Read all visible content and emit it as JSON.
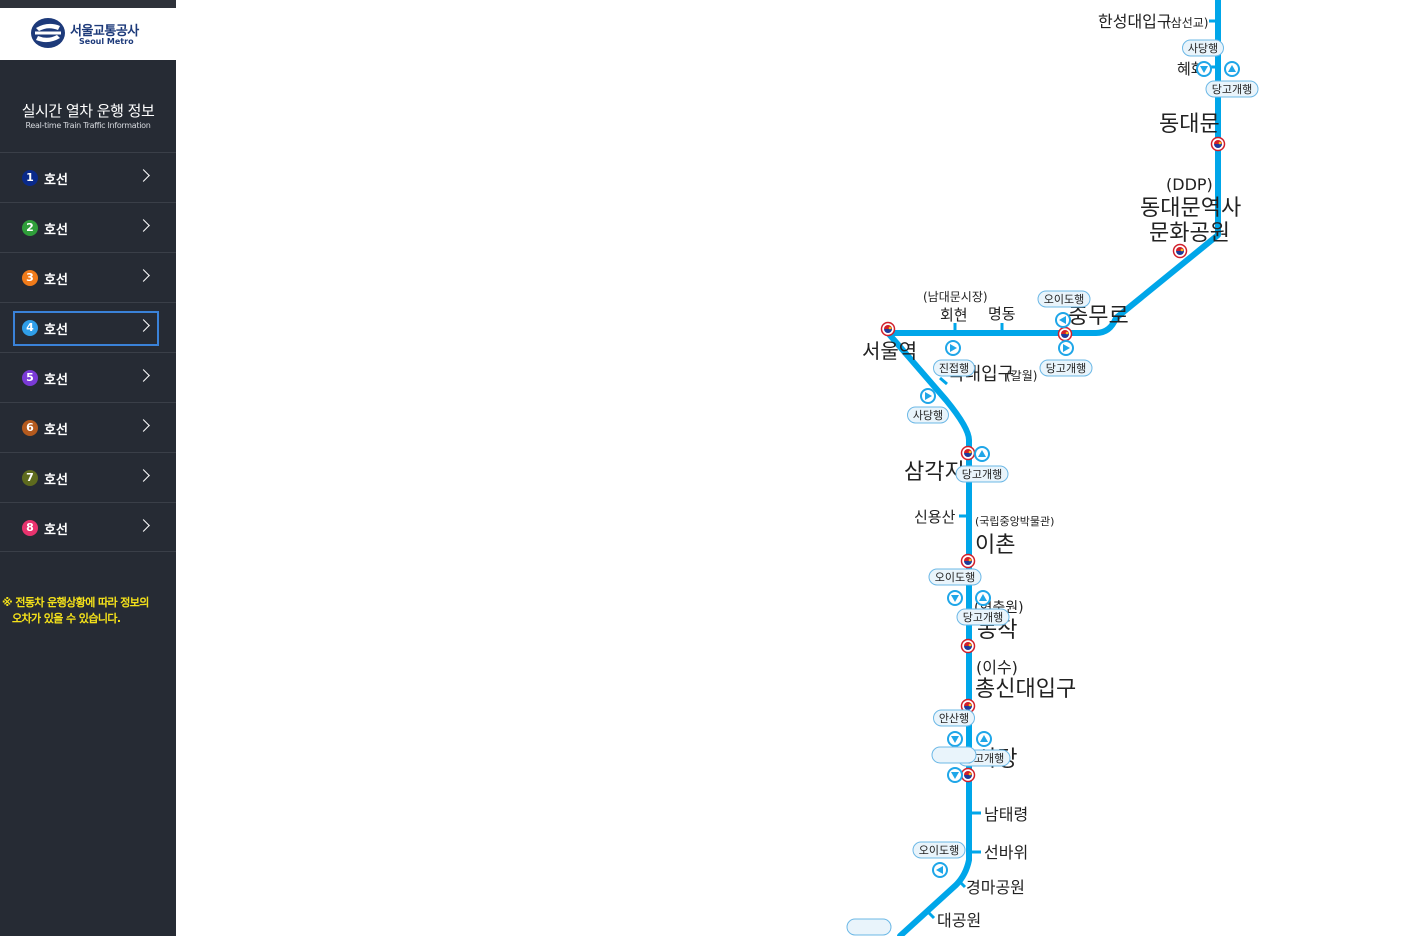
{
  "brand": {
    "name_kr": "서울교통공사",
    "name_en": "Seoul Metro"
  },
  "sidebar": {
    "title": "실시간 열차 운행 정보",
    "subtitle": "Real-time Train Traffic Information",
    "lines": [
      {
        "number": "1",
        "label": "호선",
        "color": "#0a2a8a",
        "active": false
      },
      {
        "number": "2",
        "label": "호선",
        "color": "#2f9e3a",
        "active": false
      },
      {
        "number": "3",
        "label": "호선",
        "color": "#f07b1a",
        "active": false
      },
      {
        "number": "4",
        "label": "호선",
        "color": "#2f9ee8",
        "active": true
      },
      {
        "number": "5",
        "label": "호선",
        "color": "#7a3ad6",
        "active": false
      },
      {
        "number": "6",
        "label": "호선",
        "color": "#b45a1e",
        "active": false
      },
      {
        "number": "7",
        "label": "호선",
        "color": "#5e6b1e",
        "active": false
      },
      {
        "number": "8",
        "label": "호선",
        "color": "#e8336e",
        "active": false
      }
    ],
    "notice_line1": "※ 전동차 운행상황에 따라 정보의",
    "notice_line2": "오차가 있을 수 있습니다."
  },
  "map": {
    "line_color": "#00a6e9",
    "stations": {
      "hansung": "한성대입구",
      "hansung_sub": "(삼선교)",
      "hyehwa": "혜화",
      "dongdaemun": "동대문",
      "ddp_sub": "(DDP)",
      "ddp_line1": "동대문역사",
      "ddp_line2": "문화공원",
      "chungmuro": "충무로",
      "myeongdong": "명동",
      "hoehyeon_sub": "(남대문시장)",
      "hoehyeon": "회현",
      "seoul": "서울역",
      "sookmyung": "숙대입구",
      "sookmyung_sub": "(갈월)",
      "samgakji": "삼각지",
      "sinyongsan": "신용산",
      "ichon_sub": "(국립중앙박물관)",
      "ichon": "이촌",
      "dongjak_sub": "(현충원)",
      "dongjak": "동작",
      "chongshin_sub": "(이수)",
      "chongshin": "총신대입구",
      "sadang": "사당",
      "namtaeryeong": "남태령",
      "seonbawi": "선바위",
      "gyeongma": "경마공원",
      "daegongwon": "대공원"
    },
    "trains": [
      {
        "dest": "사당행",
        "direction": "down"
      },
      {
        "dest": "당고개행",
        "direction": "up"
      },
      {
        "dest": "오이도행",
        "direction": "left"
      },
      {
        "dest": "당고개행",
        "direction": "right"
      },
      {
        "dest": "진접행",
        "direction": "right"
      },
      {
        "dest": "사당행",
        "direction": "right"
      },
      {
        "dest": "당고개행",
        "direction": "up"
      },
      {
        "dest": "오이도행",
        "direction": "down"
      },
      {
        "dest": "당고개행",
        "direction": "up"
      },
      {
        "dest": "안산행",
        "direction": "down"
      },
      {
        "dest": "당고개행",
        "direction": "up"
      },
      {
        "dest": "",
        "direction": "down"
      },
      {
        "dest": "오이도행",
        "direction": "left"
      },
      {
        "dest": "",
        "direction": "none"
      }
    ]
  }
}
